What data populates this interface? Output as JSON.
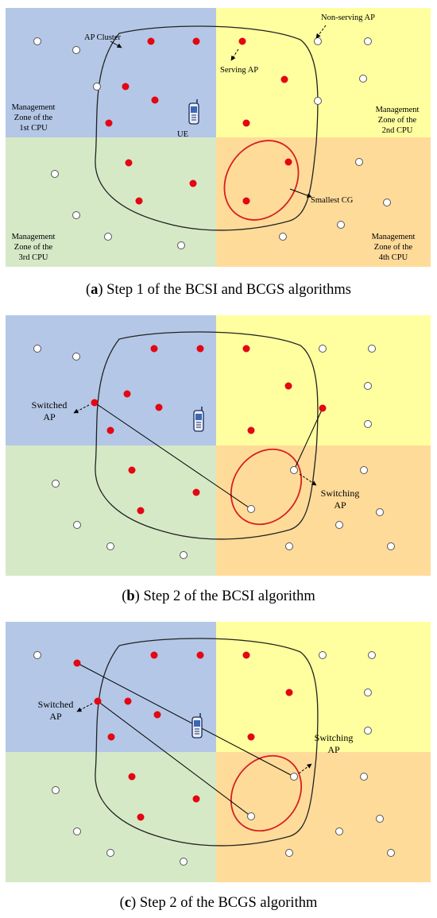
{
  "colors": {
    "zone1": "#b4c7e7",
    "zone2": "#ffff9f",
    "zone3": "#d6e9c6",
    "zone4": "#ffdb9a",
    "serving_ap": "#e30613",
    "non_serving_ap": "#ffffff",
    "smallest_cg": "#d62020"
  },
  "icons": {
    "ue": "mobile-phone-icon",
    "serving_ap": "red-filled-circle",
    "non_serving_ap": "white-hollow-circle"
  },
  "panels": [
    {
      "caption_label": "a",
      "caption_text": ") Step 1 of the BCSI and BCGS algorithms",
      "labels": {
        "ap_cluster": "AP Cluster",
        "non_serving_ap": "Non-serving AP",
        "serving_ap": "Serving AP",
        "ue": "UE",
        "smallest_cg": "Smallest CG",
        "zone1": [
          "Management",
          "Zone of the",
          "1st CPU"
        ],
        "zone2": [
          "Management",
          "Zone of the",
          "2nd CPU"
        ],
        "zone3": [
          "Management",
          "Zone of the",
          "3rd CPU"
        ],
        "zone4": [
          "Management",
          "Zone of the",
          "4th CPU"
        ]
      }
    },
    {
      "caption_label": "b",
      "caption_text": ") Step 2 of the BCSI algorithm",
      "labels": {
        "switched_ap": [
          "Switched",
          "AP"
        ],
        "switching_ap": [
          "Switching",
          "AP"
        ]
      }
    },
    {
      "caption_label": "c",
      "caption_text": ") Step 2 of the BCGS algorithm",
      "labels": {
        "switched_ap": [
          "Switched",
          "AP"
        ],
        "switching_ap": [
          "Switching",
          "AP"
        ]
      }
    }
  ]
}
